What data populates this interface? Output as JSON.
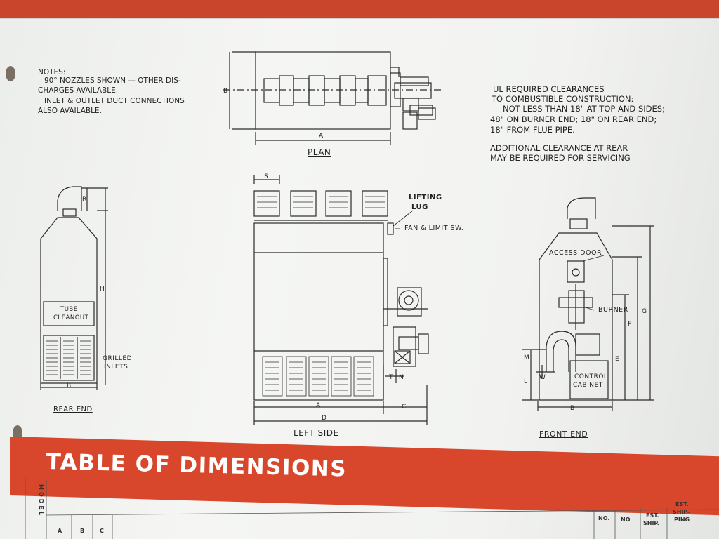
{
  "notes": {
    "heading": "NOTES:",
    "line1": "90° NOZZLES SHOWN — OTHER DIS-",
    "line2": "CHARGES AVAILABLE.",
    "line3": "INLET & OUTLET DUCT CONNECTIONS",
    "line4": "ALSO AVAILABLE."
  },
  "clearances": {
    "line1": "UL REQUIRED CLEARANCES",
    "line2": "TO COMBUSTIBLE CONSTRUCTION:",
    "line3": "NOT LESS THAN 18\" AT TOP AND SIDES;",
    "line4": "48\" ON BURNER END; 18\" ON REAR END;",
    "line5": "18\" FROM FLUE PIPE.",
    "line6": "ADDITIONAL CLEARANCE AT REAR",
    "line7": "MAY BE REQUIRED FOR SERVICING"
  },
  "views": {
    "plan": "PLAN",
    "rear_end": "REAR END",
    "left_side": "LEFT SIDE",
    "front_end": "FRONT END"
  },
  "callouts": {
    "lifting_lug_1": "LIFTING",
    "lifting_lug_2": "LUG",
    "fan_limit": "FAN & LIMIT SW.",
    "tube_cleanout_1": "TUBE",
    "tube_cleanout_2": "CLEANOUT",
    "grilled_inlets_1": "GRILLED",
    "grilled_inlets_2": "INLETS",
    "access_door": "ACCESS DOOR",
    "burner": "BURNER",
    "control_cabinet_1": "CONTROL",
    "control_cabinet_2": "CABINET"
  },
  "dims": {
    "A": "A",
    "B": "B",
    "C": "C",
    "D": "D",
    "E": "E",
    "F": "F",
    "G": "G",
    "H": "H",
    "L": "L",
    "M": "M",
    "N": "N",
    "R": "R",
    "S": "S",
    "T": "T",
    "W": "W"
  },
  "table": {
    "title": "TABLE OF DIMENSIONS",
    "model_label": "MODEL",
    "col_a": "A",
    "col_b": "B",
    "col_c": "C",
    "col_no1": "NO.",
    "col_no2": "NO",
    "col_est_ship_1": "EST.",
    "col_est_ship_2": "SHIP.",
    "col_est_ship_wt_1": "EST.",
    "col_est_ship_wt_2": "SHIP-",
    "col_est_ship_wt_3": "PING"
  },
  "colors": {
    "red": "#d8472b",
    "ink": "#222222",
    "paper": "#f2f3f1"
  }
}
